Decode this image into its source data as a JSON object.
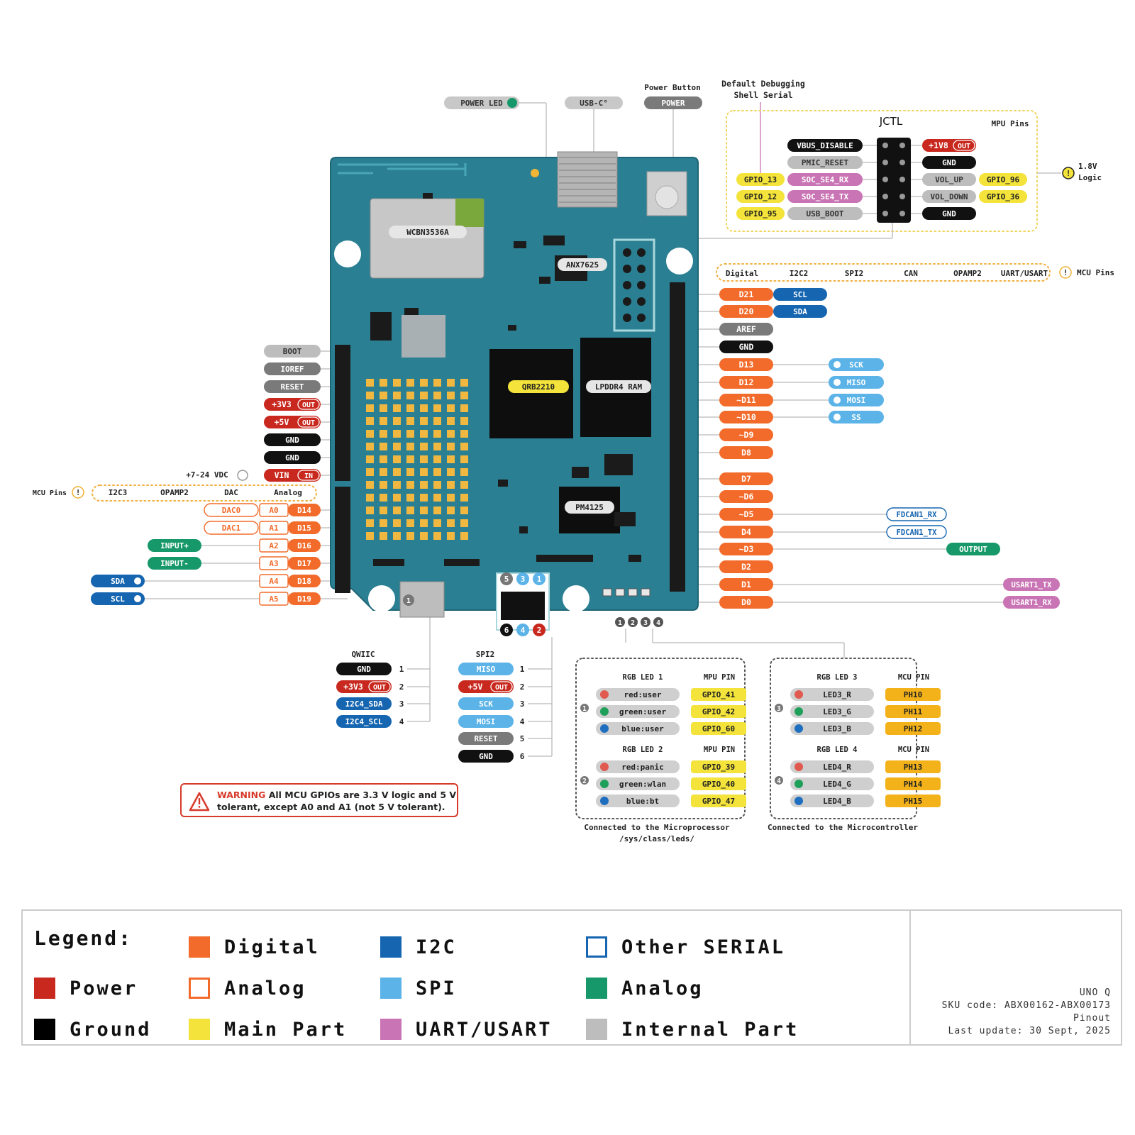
{
  "top_labels": {
    "power_led": "POWER LED",
    "usb_c": "USB-C°",
    "power_button_caption": "Power Button",
    "power_button": "POWER",
    "debug_caption_1": "Default Debugging",
    "debug_caption_2": "Shell Serial",
    "jctl": "JCTL",
    "mpu_pins": "MPU Pins",
    "logic_1": "1.8V",
    "logic_2": "Logic"
  },
  "board_chips": {
    "wcbn": "WCBN3536A",
    "anx": "ANX7625",
    "qrb": "QRB2210",
    "lpddr": "LPDDR4 RAM",
    "pm": "PM4125"
  },
  "jctl_left": [
    {
      "gpio": "",
      "name": "VBUS_DISABLE"
    },
    {
      "gpio": "",
      "name": "PMIC_RESET"
    },
    {
      "gpio": "GPIO_13",
      "name": "SOC_SE4_RX"
    },
    {
      "gpio": "GPIO_12",
      "name": "SOC_SE4_TX"
    },
    {
      "gpio": "GPIO_95",
      "name": "USB_BOOT"
    }
  ],
  "jctl_right": [
    {
      "name": "+1V8",
      "tag": "OUT",
      "gpio": ""
    },
    {
      "name": "GND",
      "tag": "",
      "gpio": ""
    },
    {
      "name": "VOL_UP",
      "tag": "",
      "gpio": "GPIO_96"
    },
    {
      "name": "VOL_DOWN",
      "tag": "",
      "gpio": "GPIO_36"
    },
    {
      "name": "GND",
      "tag": "",
      "gpio": ""
    }
  ],
  "right_header_caption": [
    "Digital",
    "I2C2",
    "SPI2",
    "CAN",
    "OPAMP2",
    "UART/USART"
  ],
  "right_header_caption_end": "MCU Pins",
  "right_pins": [
    {
      "pin": "D21",
      "alt": "SCL",
      "spi": "",
      "can": "",
      "op": "",
      "uart": ""
    },
    {
      "pin": "D20",
      "alt": "SDA",
      "spi": "",
      "can": "",
      "op": "",
      "uart": ""
    },
    {
      "pin": "AREF",
      "alt": "",
      "spi": "",
      "can": "",
      "op": "",
      "uart": ""
    },
    {
      "pin": "GND",
      "alt": "",
      "spi": "",
      "can": "",
      "op": "",
      "uart": ""
    },
    {
      "pin": "D13",
      "alt": "",
      "spi": "SCK",
      "can": "",
      "op": "",
      "uart": ""
    },
    {
      "pin": "D12",
      "alt": "",
      "spi": "MISO",
      "can": "",
      "op": "",
      "uart": ""
    },
    {
      "pin": "~D11",
      "alt": "",
      "spi": "MOSI",
      "can": "",
      "op": "",
      "uart": ""
    },
    {
      "pin": "~D10",
      "alt": "",
      "spi": "SS",
      "can": "",
      "op": "",
      "uart": ""
    },
    {
      "pin": "~D9",
      "alt": "",
      "spi": "",
      "can": "",
      "op": "",
      "uart": ""
    },
    {
      "pin": "D8",
      "alt": "",
      "spi": "",
      "can": "",
      "op": "",
      "uart": ""
    },
    {
      "pin": "D7",
      "alt": "",
      "spi": "",
      "can": "",
      "op": "",
      "uart": ""
    },
    {
      "pin": "~D6",
      "alt": "",
      "spi": "",
      "can": "",
      "op": "",
      "uart": ""
    },
    {
      "pin": "~D5",
      "alt": "",
      "spi": "",
      "can": "FDCAN1_RX",
      "op": "",
      "uart": ""
    },
    {
      "pin": "D4",
      "alt": "",
      "spi": "",
      "can": "FDCAN1_TX",
      "op": "",
      "uart": ""
    },
    {
      "pin": "~D3",
      "alt": "",
      "spi": "",
      "can": "",
      "op": "OUTPUT",
      "uart": ""
    },
    {
      "pin": "D2",
      "alt": "",
      "spi": "",
      "can": "",
      "op": "",
      "uart": ""
    },
    {
      "pin": "D1",
      "alt": "",
      "spi": "",
      "can": "",
      "op": "",
      "uart": "USART1_TX"
    },
    {
      "pin": "D0",
      "alt": "",
      "spi": "",
      "can": "",
      "op": "",
      "uart": "USART1_RX"
    }
  ],
  "left_power": [
    {
      "name": "BOOT",
      "tag": "",
      "kind": "internal"
    },
    {
      "name": "IOREF",
      "tag": "",
      "kind": "internal2"
    },
    {
      "name": "RESET",
      "tag": "",
      "kind": "internal2"
    },
    {
      "name": "+3V3",
      "tag": "OUT",
      "kind": "power"
    },
    {
      "name": "+5V",
      "tag": "OUT",
      "kind": "power"
    },
    {
      "name": "GND",
      "tag": "",
      "kind": "ground"
    },
    {
      "name": "GND",
      "tag": "",
      "kind": "ground"
    },
    {
      "name": "VIN",
      "tag": "IN",
      "kind": "power"
    }
  ],
  "vin_note": "+7-24 VDC",
  "left_caption": [
    "I2C3",
    "OPAMP2",
    "DAC",
    "Analog"
  ],
  "left_caption_start": "MCU Pins",
  "left_analog": [
    {
      "pin": "D14",
      "a": "A0",
      "dac": "DAC0",
      "op": "",
      "i2c": ""
    },
    {
      "pin": "D15",
      "a": "A1",
      "dac": "DAC1",
      "op": "",
      "i2c": ""
    },
    {
      "pin": "D16",
      "a": "A2",
      "dac": "",
      "op": "INPUT+",
      "i2c": ""
    },
    {
      "pin": "D17",
      "a": "A3",
      "dac": "",
      "op": "INPUT-",
      "i2c": ""
    },
    {
      "pin": "D18",
      "a": "A4",
      "dac": "",
      "op": "",
      "i2c": "SDA"
    },
    {
      "pin": "D19",
      "a": "A5",
      "dac": "",
      "op": "",
      "i2c": "SCL"
    }
  ],
  "spi_header_nums": [
    "5",
    "3",
    "1",
    "6",
    "4",
    "2"
  ],
  "qwiic": {
    "title": "QWIIC",
    "pins": [
      {
        "name": "GND",
        "tag": "",
        "n": "1"
      },
      {
        "name": "+3V3",
        "tag": "OUT",
        "n": "2"
      },
      {
        "name": "I2C4_SDA",
        "tag": "",
        "n": "3"
      },
      {
        "name": "I2C4_SCL",
        "tag": "",
        "n": "4"
      }
    ]
  },
  "spi2": {
    "title": "SPI2",
    "pins": [
      {
        "name": "MISO",
        "tag": "",
        "n": "1"
      },
      {
        "name": "+5V",
        "tag": "OUT",
        "n": "2"
      },
      {
        "name": "SCK",
        "tag": "",
        "n": "3"
      },
      {
        "name": "MOSI",
        "tag": "",
        "n": "4"
      },
      {
        "name": "RESET",
        "tag": "",
        "n": "5"
      },
      {
        "name": "GND",
        "tag": "",
        "n": "6"
      }
    ]
  },
  "led_nums": [
    "1",
    "2",
    "3",
    "4"
  ],
  "rgb_mpu": {
    "footer_1": "Connected to the Microprocessor",
    "footer_2": "/sys/class/leds/",
    "groups": [
      {
        "num": "1",
        "title": "RGB LED 1",
        "col": "MPU PIN",
        "rows": [
          {
            "name": "red:user",
            "pin": "GPIO_41",
            "c": "#e05a50"
          },
          {
            "name": "green:user",
            "pin": "GPIO_42",
            "c": "#1fa05a"
          },
          {
            "name": "blue:user",
            "pin": "GPIO_60",
            "c": "#1f6fc0"
          }
        ]
      },
      {
        "num": "2",
        "title": "RGB LED 2",
        "col": "MPU PIN",
        "rows": [
          {
            "name": "red:panic",
            "pin": "GPIO_39",
            "c": "#e05a50"
          },
          {
            "name": "green:wlan",
            "pin": "GPIO_40",
            "c": "#1fa05a"
          },
          {
            "name": "blue:bt",
            "pin": "GPIO_47",
            "c": "#1f6fc0"
          }
        ]
      }
    ]
  },
  "rgb_mcu": {
    "footer_1": "Connected to the Microcontroller",
    "groups": [
      {
        "num": "3",
        "title": "RGB LED 3",
        "col": "MCU PIN",
        "rows": [
          {
            "name": "LED3_R",
            "pin": "PH10",
            "c": "#e05a50"
          },
          {
            "name": "LED3_G",
            "pin": "PH11",
            "c": "#1fa05a"
          },
          {
            "name": "LED3_B",
            "pin": "PH12",
            "c": "#1f6fc0"
          }
        ]
      },
      {
        "num": "4",
        "title": "RGB LED 4",
        "col": "MCU PIN",
        "rows": [
          {
            "name": "LED4_R",
            "pin": "PH13",
            "c": "#e05a50"
          },
          {
            "name": "LED4_G",
            "pin": "PH14",
            "c": "#1fa05a"
          },
          {
            "name": "LED4_B",
            "pin": "PH15",
            "c": "#1f6fc0"
          }
        ]
      }
    ]
  },
  "warning": {
    "keyword": "WARNING",
    "line1": " All MCU GPIOs are 3.3 V logic and 5 V",
    "line2": "tolerant, except A0 and A1 (not 5 V tolerant)."
  },
  "legend": {
    "title": "Legend:",
    "items": [
      {
        "label": "Power",
        "color": "#c8281e",
        "style": "fill"
      },
      {
        "label": "Ground",
        "color": "#000000",
        "style": "fill"
      },
      {
        "label": "Digital",
        "color": "#f26b2a",
        "style": "fill"
      },
      {
        "label": "Analog",
        "color": "#f26b2a",
        "style": "outline"
      },
      {
        "label": "Main Part",
        "color": "#f3e33a",
        "style": "fill"
      },
      {
        "label": "I2C",
        "color": "#1565b0",
        "style": "fill"
      },
      {
        "label": "SPI",
        "color": "#5bb3e8",
        "style": "fill"
      },
      {
        "label": "UART/USART",
        "color": "#c974b4",
        "style": "fill"
      },
      {
        "label": "Other SERIAL",
        "color": "#1565b0",
        "style": "outline"
      },
      {
        "label": "Analog",
        "color": "#17986a",
        "style": "fill"
      },
      {
        "label": "Internal Part",
        "color": "#bdbdbd",
        "style": "fill"
      }
    ],
    "info": [
      "UNO Q",
      "SKU code: ABX00162-ABX00173",
      "Pinout",
      "Last update: 30 Sept, 2025"
    ]
  },
  "colors": {
    "board": "#2b7f92",
    "board_dark": "#1d6576",
    "digital": "#f26b2a",
    "power": "#c8281e",
    "ground": "#111111",
    "i2c": "#1565b0",
    "spi": "#5bb3e8",
    "uart": "#c974b4",
    "main": "#f3e33a",
    "internal": "#bdbdbd",
    "internal_dark": "#7a7a7a",
    "opamp": "#17986a",
    "can": "#1565b0"
  }
}
